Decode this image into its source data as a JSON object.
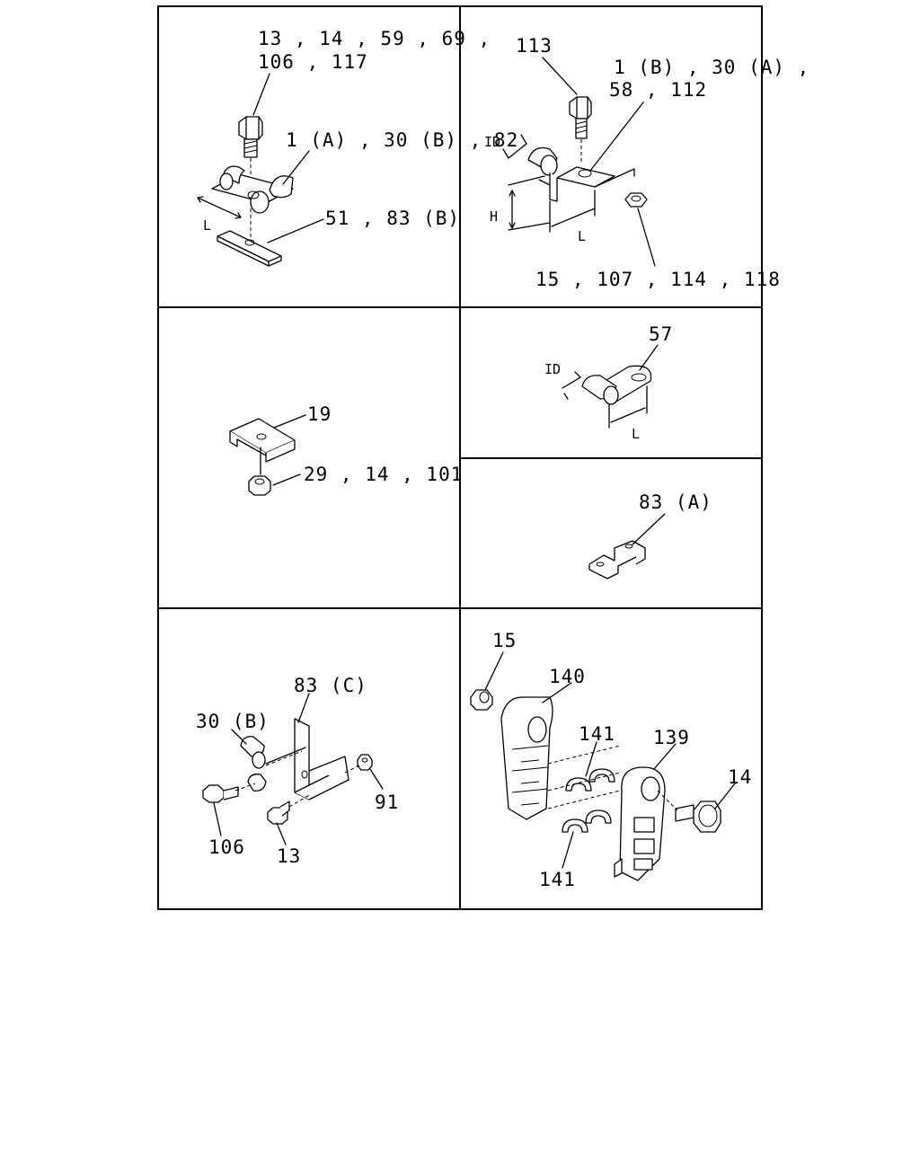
{
  "panels": {
    "top_left": {
      "labels": [
        "13 , 14 , 59 , 69 ,",
        "106 , 117",
        "1 (A) , 30 (B) , 82",
        "51 , 83 (B)"
      ],
      "dims": [
        "L"
      ]
    },
    "top_right": {
      "labels": [
        "113",
        "1 (B) , 30 (A) ,",
        "58 , 112",
        "15 , 107 , 114 , 118"
      ],
      "dims": [
        "ID",
        "H",
        "L"
      ]
    },
    "mid_left": {
      "labels": [
        "19",
        "29 , 14 , 101"
      ]
    },
    "mid_right_top": {
      "labels": [
        "57"
      ],
      "dims": [
        "ID",
        "L"
      ]
    },
    "mid_right_bottom": {
      "labels": [
        "83 (A)"
      ]
    },
    "bottom_left": {
      "labels": [
        "83 (C)",
        "30 (B)",
        "91",
        "106",
        "13"
      ]
    },
    "bottom_right": {
      "labels": [
        "15",
        "140",
        "141",
        "139",
        "14",
        "141"
      ]
    }
  }
}
